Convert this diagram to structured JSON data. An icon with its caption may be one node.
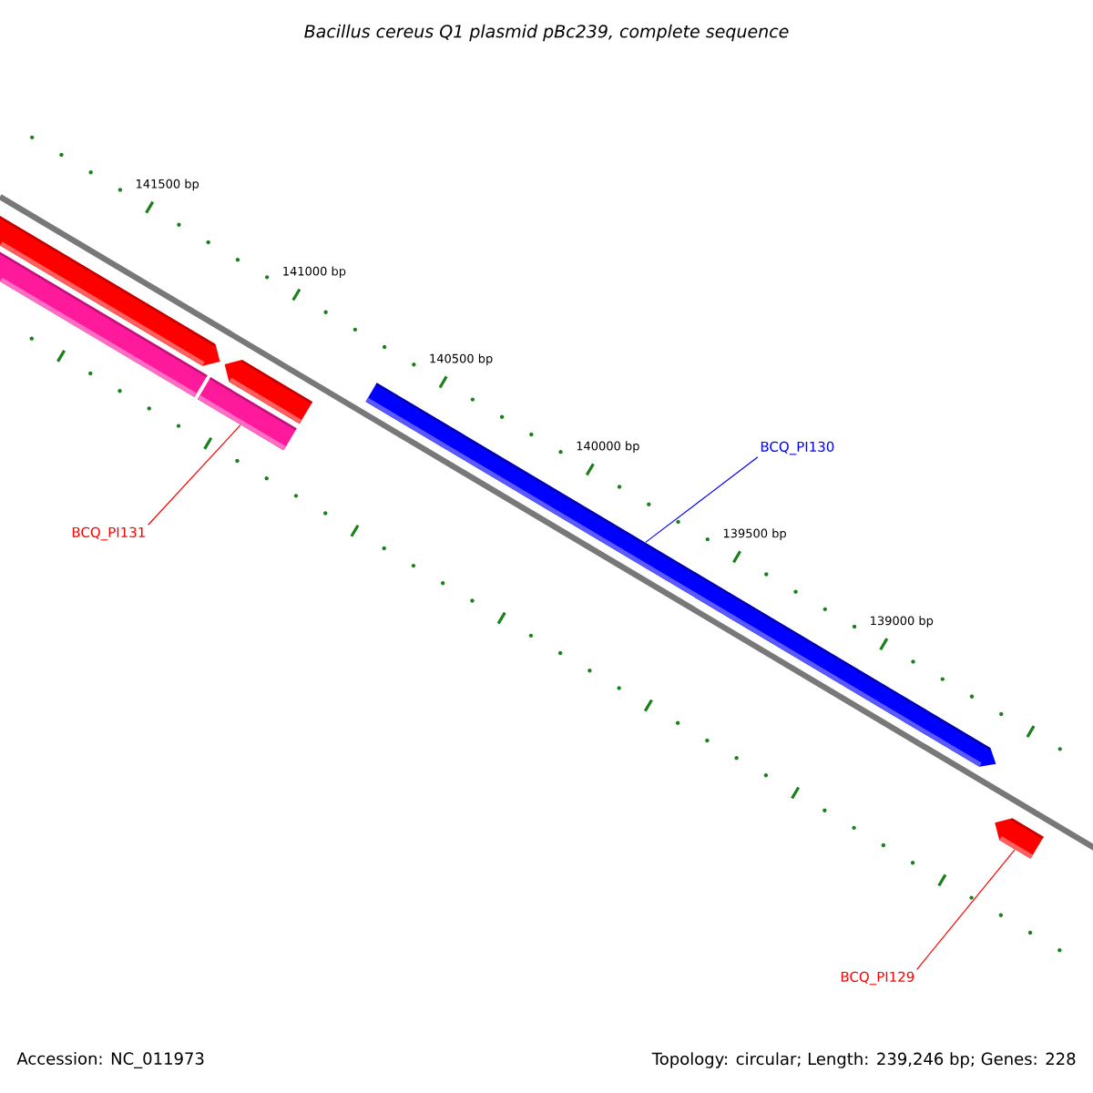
{
  "diagram": {
    "title": "Bacillus cereus Q1 plasmid pBc239, complete sequence",
    "nodes": [
      {
        "text": [],
        "shape": "bar"
      },
      {
        "text": [],
        "shape": "bar"
      },
      {
        "text": [],
        "shape": "bar"
      },
      {
        "text": [],
        "shape": "bar"
      },
      {
        "text": [],
        "shape": "bar"
      },
      {
        "text": [],
        "shape": "bar"
      },
      {
        "text": [
          "BCQ_PI131"
        ]
      },
      {
        "text": [
          "BCQ_PI130"
        ]
      },
      {
        "text": [
          "BCQ_PI129"
        ]
      }
    ],
    "edges": [
      {
        "from": 6,
        "to": 3,
        "arrow": "none",
        "color": "#ff0000"
      },
      {
        "from": 7,
        "to": 4,
        "arrow": "none",
        "color": "#0000ff"
      },
      {
        "from": 8,
        "to": 5,
        "arrow": "none",
        "color": "#ff0000"
      }
    ],
    "labels": [
      "141500 bp",
      "141000 bp",
      "140500 bp",
      "140000 bp",
      "139500 bp",
      "139000 bp",
      "Accession: NC_011973",
      "Topology: circular; Length: 239,246 bp; Genes: 228"
    ]
  }
}
